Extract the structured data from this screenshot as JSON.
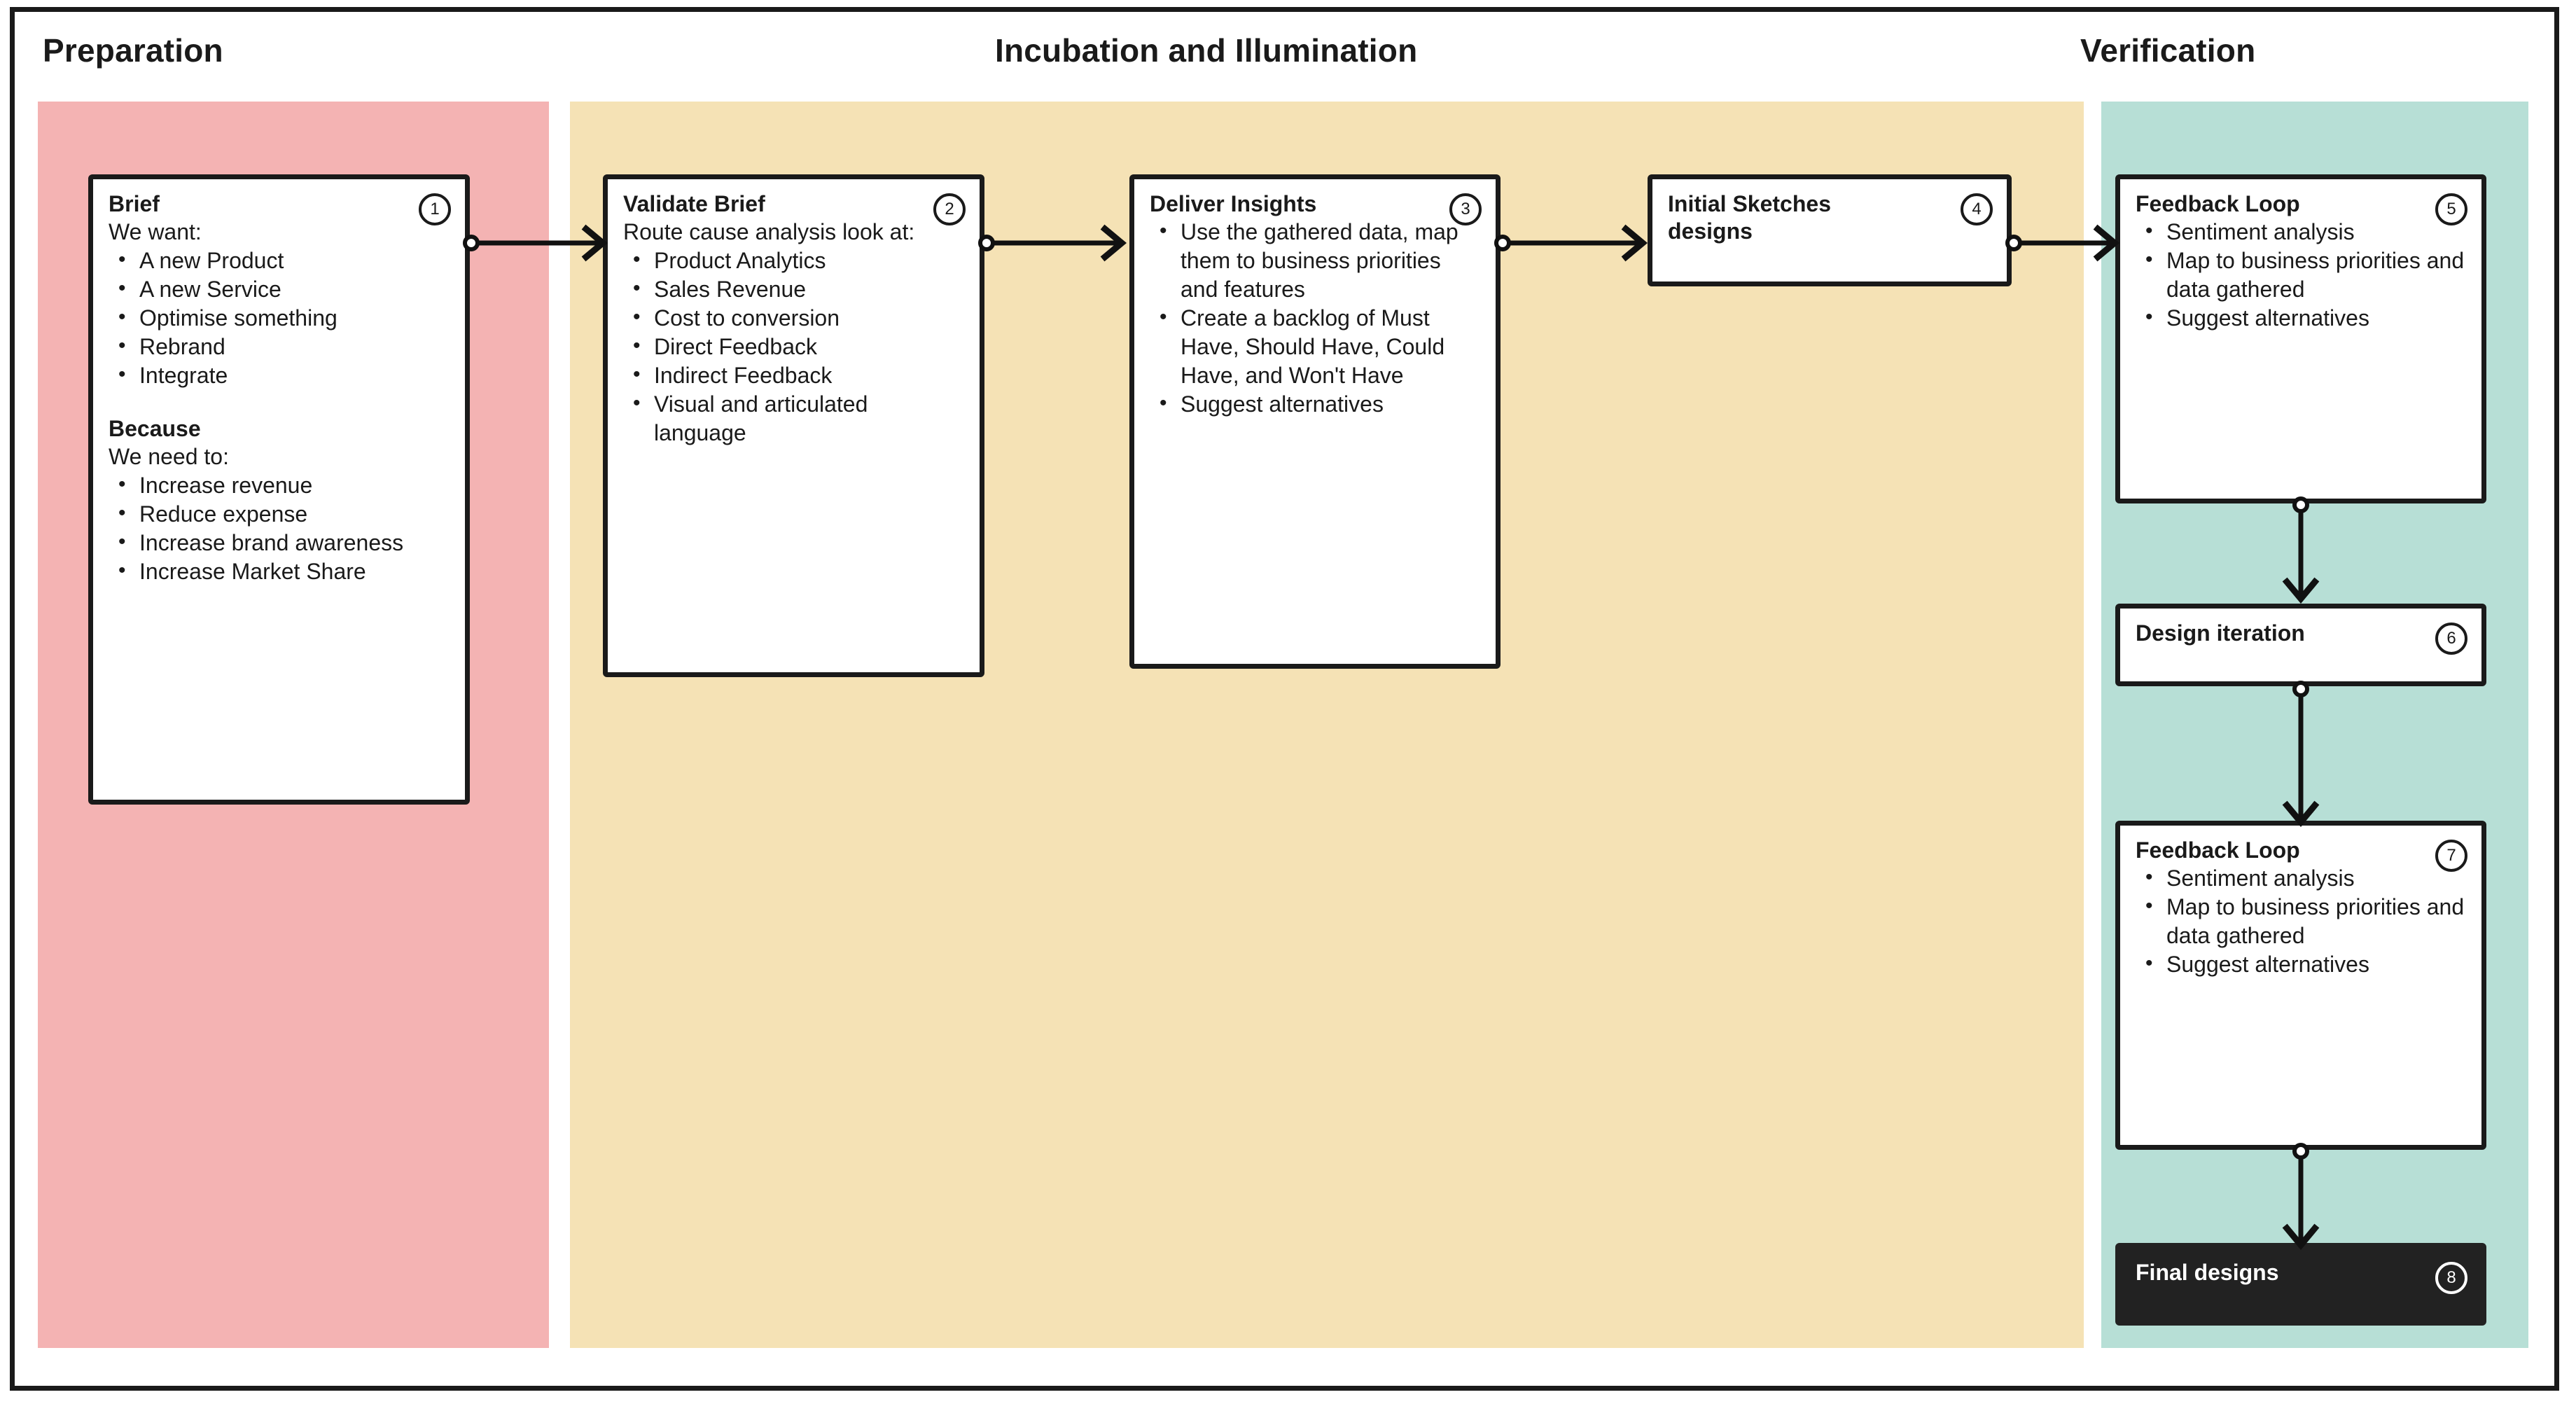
{
  "diagram": {
    "title_hidden": "",
    "columns": [
      {
        "id": "preparation",
        "label": "Preparation",
        "color": "#F4B3B3"
      },
      {
        "id": "incubation",
        "label": "Incubation and Illumination",
        "color": "#F5E2B5"
      },
      {
        "id": "verification",
        "label": "Verification",
        "color": "#B7DFD6"
      }
    ],
    "nodes": [
      {
        "id": "brief",
        "number": "1",
        "title": "Brief",
        "blocks": [
          {
            "type": "text",
            "value": "We want:"
          },
          {
            "type": "list",
            "items": [
              "A new Product",
              "A new Service",
              "Optimise something",
              "Rebrand",
              "Integrate"
            ]
          },
          {
            "type": "spacer",
            "value": ""
          },
          {
            "type": "bold",
            "value": "Because"
          },
          {
            "type": "text",
            "value": "We need to:"
          },
          {
            "type": "list",
            "items": [
              "Increase revenue",
              "Reduce expense",
              "Increase brand awareness",
              "Increase Market Share"
            ]
          }
        ]
      },
      {
        "id": "validate-brief",
        "number": "2",
        "title": "Validate Brief",
        "blocks": [
          {
            "type": "text",
            "value": "Route cause analysis look at:"
          },
          {
            "type": "list",
            "items": [
              "Product Analytics",
              "Sales Revenue",
              "Cost to conversion",
              "Direct Feedback",
              "Indirect Feedback",
              "Visual and articulated language"
            ]
          }
        ]
      },
      {
        "id": "deliver-insights",
        "number": "3",
        "title": "Deliver Insights",
        "blocks": [
          {
            "type": "list",
            "items": [
              "Use the gathered data, map them to business priorities and features",
              "Create a backlog of Must Have, Should Have, Could Have, and Won't Have",
              "Suggest alternatives"
            ]
          }
        ]
      },
      {
        "id": "initial-sketches",
        "number": "4",
        "title": "Initial Sketches designs",
        "blocks": []
      },
      {
        "id": "feedback-loop-5",
        "number": "5",
        "title": "Feedback Loop",
        "blocks": [
          {
            "type": "list",
            "items": [
              "Sentiment analysis",
              "Map to business priorities and data gathered",
              "Suggest alternatives"
            ]
          }
        ]
      },
      {
        "id": "design-iteration",
        "number": "6",
        "title": "Design iteration",
        "blocks": []
      },
      {
        "id": "feedback-loop-7",
        "number": "7",
        "title": "Feedback Loop",
        "blocks": [
          {
            "type": "list",
            "items": [
              "Sentiment analysis",
              "Map to business priorities and data gathered",
              "Suggest alternatives"
            ]
          }
        ]
      },
      {
        "id": "final-designs",
        "number": "8",
        "title": "Final designs",
        "blocks": []
      }
    ],
    "connectors": [
      {
        "from": "brief",
        "to": "validate-brief",
        "direction": "right"
      },
      {
        "from": "validate-brief",
        "to": "deliver-insights",
        "direction": "right"
      },
      {
        "from": "deliver-insights",
        "to": "initial-sketches",
        "direction": "right"
      },
      {
        "from": "initial-sketches",
        "to": "feedback-loop-5",
        "direction": "right"
      },
      {
        "from": "feedback-loop-5",
        "to": "design-iteration",
        "direction": "down"
      },
      {
        "from": "design-iteration",
        "to": "feedback-loop-7",
        "direction": "down"
      },
      {
        "from": "feedback-loop-7",
        "to": "final-designs",
        "direction": "down"
      }
    ]
  },
  "node_text": {
    "brief": {
      "title": "Brief",
      "number": "1",
      "intro": "We want:",
      "items1": [
        "A new Product",
        "A new Service",
        "Optimise something",
        "Rebrand",
        "Integrate"
      ],
      "because": "Because",
      "intro2": "We need to:",
      "items2": [
        "Increase revenue",
        "Reduce expense",
        "Increase brand awareness",
        "Increase Market Share"
      ]
    },
    "validate": {
      "title": "Validate Brief",
      "number": "2",
      "intro": "Route cause analysis look at:",
      "items": [
        "Product Analytics",
        "Sales Revenue",
        "Cost to conversion",
        "Direct Feedback",
        "Indirect Feedback",
        "Visual and articulated language"
      ]
    },
    "insights": {
      "title": "Deliver Insights",
      "number": "3",
      "items": [
        "Use the gathered data, map them to business priorities and features",
        "Create a backlog of Must Have, Should Have, Could Have, and Won't Have",
        "Suggest alternatives"
      ]
    },
    "sketches": {
      "title": "Initial Sketches designs",
      "number": "4"
    },
    "fb5": {
      "title": "Feedback Loop",
      "number": "5",
      "items": [
        "Sentiment analysis",
        "Map to business priorities and data gathered",
        "Suggest alternatives"
      ]
    },
    "iteration": {
      "title": "Design iteration",
      "number": "6"
    },
    "fb7": {
      "title": "Feedback Loop",
      "number": "7",
      "items": [
        "Sentiment analysis",
        "Map to business priorities and data gathered",
        "Suggest alternatives"
      ]
    },
    "final": {
      "title": "Final designs",
      "number": "8"
    }
  }
}
